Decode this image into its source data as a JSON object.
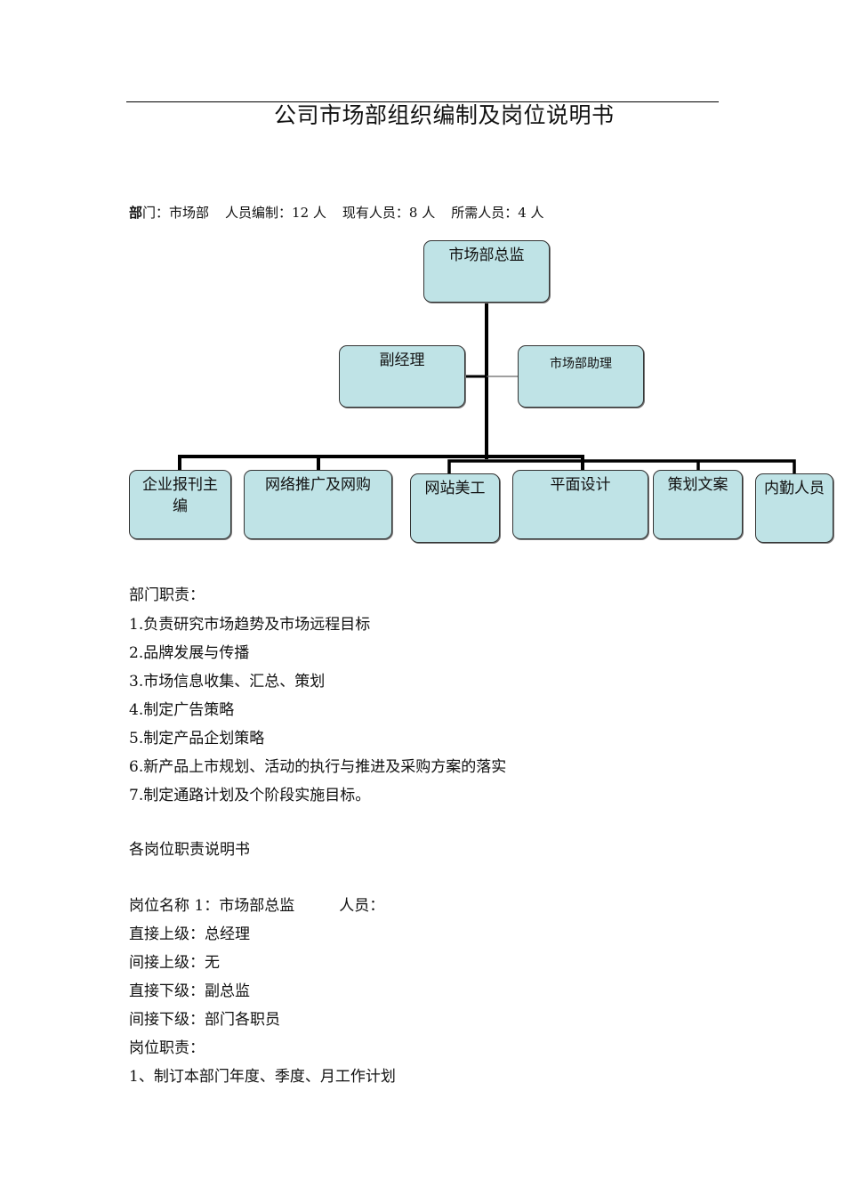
{
  "title": "公司市场部组织编制及岗位说明书",
  "dept": {
    "label_bold": "部",
    "label_rest": "门：市场部",
    "staffing": "人员编制：12 人",
    "current": "现有人员：8 人",
    "needed": "所需人员：4 人"
  },
  "org": {
    "top": "市场部总监",
    "deputy": "副经理",
    "assistant": "市场部助理",
    "units": [
      "企业报刊主编",
      "网络推广及网购",
      "网站美工",
      "平面设计",
      "策划文案",
      "内勤人员"
    ]
  },
  "responsibilities": {
    "heading": "部门职责：",
    "items": [
      "1.负责研究市场趋势及市场远程目标",
      "2.品牌发展与传播",
      "3.市场信息收集、汇总、策划",
      "4.制定广告策略",
      "5.制定产品企划策略",
      "6.新产品上市规划、活动的执行与推进及采购方案的落实",
      "7.制定通路计划及个阶段实施目标。"
    ]
  },
  "posts_heading": "各岗位职责说明书",
  "post1": {
    "name": "岗位名称 1：市场部总监",
    "staff": "人员：",
    "superior": "直接上级：总经理",
    "indirect_superior": "间接上级：无",
    "subordinate": "直接下级：副总监",
    "indirect_subordinate": "间接下级：部门各职员",
    "duties_label": "岗位职责：",
    "duty1": "1、制订本部门年度、季度、月工作计划"
  }
}
